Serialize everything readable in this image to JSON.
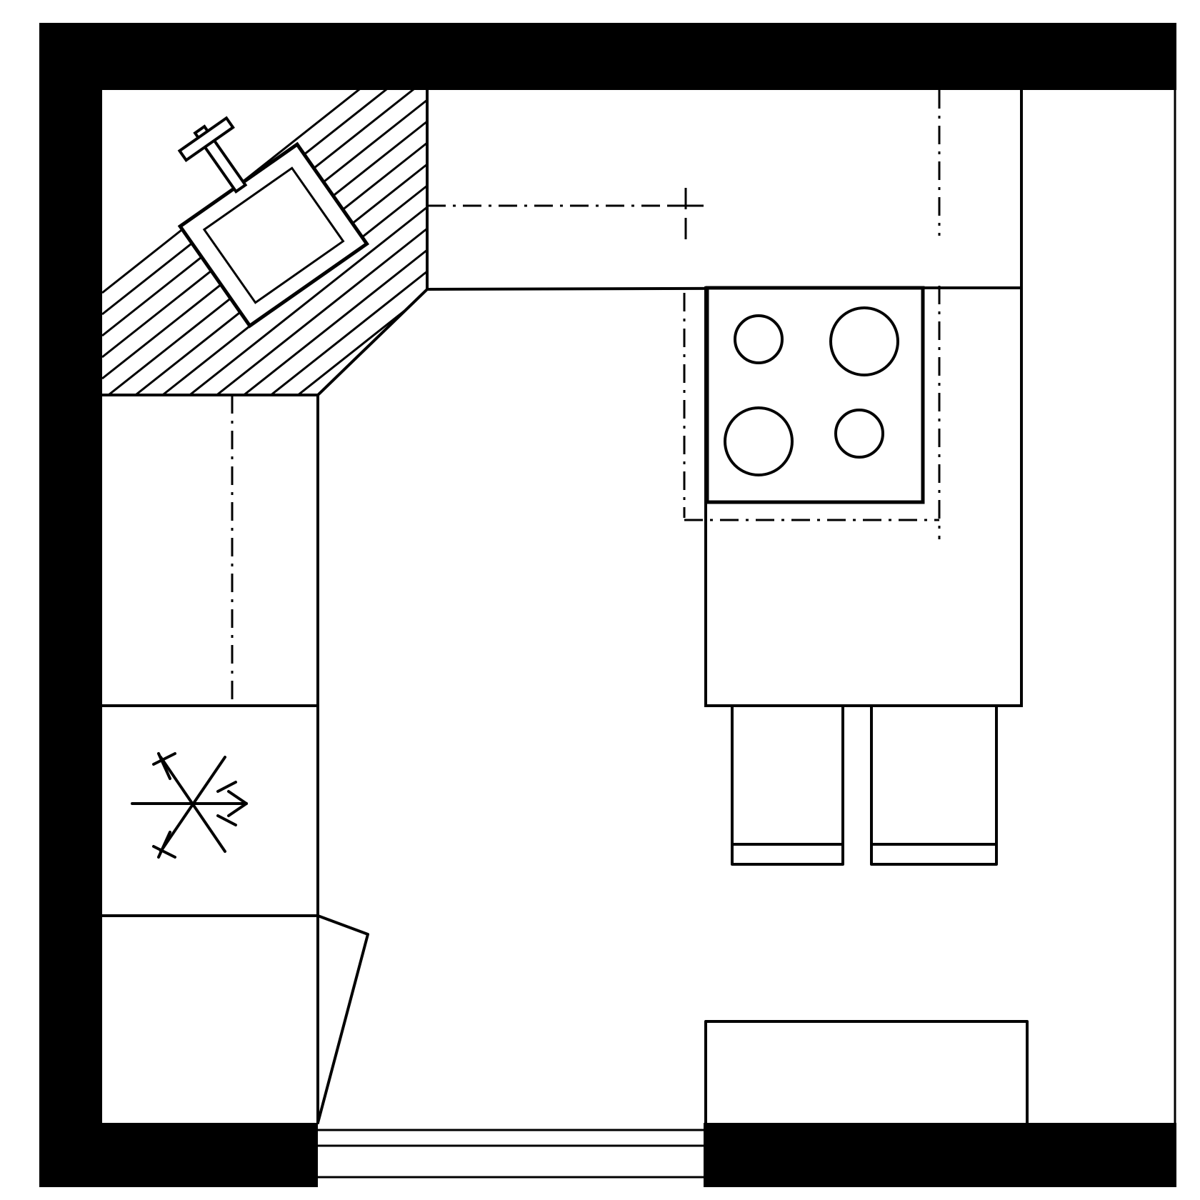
{
  "diagram": {
    "kind": "kitchen-floor-plan",
    "colors": {
      "ink": "#000000",
      "paper": "#ffffff"
    },
    "fixtures": [
      {
        "id": "sink",
        "icon": "sink-icon"
      },
      {
        "id": "cooktop",
        "icon": "cooktop-icon",
        "burners": 4
      },
      {
        "id": "freezer",
        "icon": "snowflake-icon"
      },
      {
        "id": "oven",
        "icon": "oven-icon"
      },
      {
        "id": "door",
        "icon": "door-swing-icon"
      },
      {
        "id": "table",
        "icon": "table-icon"
      },
      {
        "id": "bar-stools",
        "icon": "stool-icon",
        "count": 2
      }
    ]
  }
}
